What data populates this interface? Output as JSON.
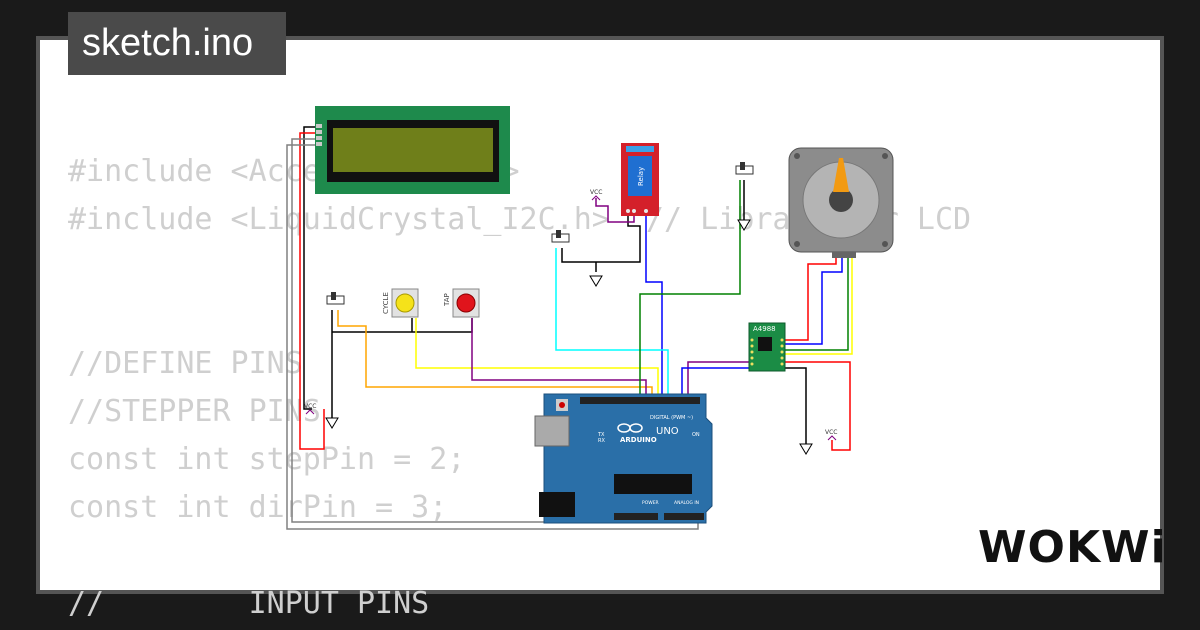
{
  "title": "sketch.ino",
  "logo": "WOKWi",
  "code_lines": [
    "#include <AccelStepper.h>",
    "#include <LiquidCrystal_I2C.h>  // Library for LCD",
    "",
    "",
    "//DEFINE PINS",
    "//STEPPER PINS",
    "const int stepPin = 2;",
    "const int dirPin = 3;",
    "",
    "//        INPUT PINS"
  ],
  "components": {
    "relay_label": "Relay",
    "button_cycle_label": "CYCLE",
    "button_tap_label": "TAP",
    "vcc_label": "VCC",
    "driver_label": "A4988",
    "arduino_brand": "ARDUINO",
    "arduino_model": "UNO",
    "arduino_digital_label": "DIGITAL (PWM ~)",
    "arduino_power_label": "POWER",
    "arduino_analog_label": "ANALOG IN",
    "arduino_tx": "TX",
    "arduino_rx": "RX",
    "arduino_on": "ON"
  },
  "colors": {
    "background": "#1a1a1a",
    "card": "#ffffff",
    "code_text": "#cfcfcf",
    "lcd_board": "#1e8a4c",
    "lcd_screen": "#6f7f1a",
    "relay_board": "#d4202a",
    "arduino_board": "#2a6fa8",
    "driver_board": "#1b8c45",
    "button_yellow": "#f5e21a",
    "button_red": "#e0141c",
    "motor_body": "#8c8c8c",
    "motor_pointer": "#f29a12"
  },
  "wire_colors": [
    "#000000",
    "#ff0000",
    "#0000ff",
    "#ffa500",
    "#ffff00",
    "#00ffff",
    "#008000",
    "#800080",
    "#808080"
  ]
}
